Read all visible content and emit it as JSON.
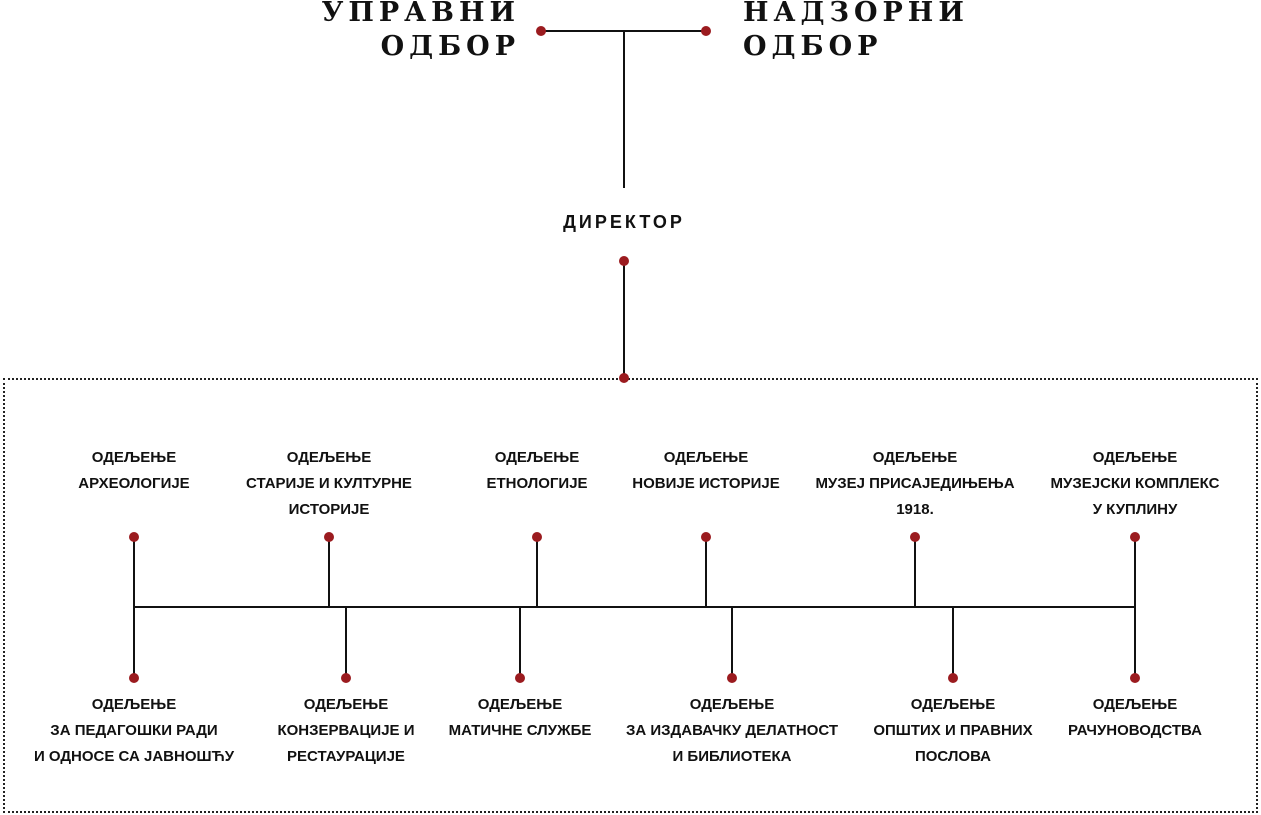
{
  "boards": {
    "management": [
      "УПРАВНИ",
      "ОДБОР"
    ],
    "supervisory": [
      "НАДЗОРНИ",
      "ОДБОР"
    ]
  },
  "director": "ДИРЕКТОР",
  "colors": {
    "node": "#9b1b1f",
    "line": "#111111"
  },
  "departments_top": [
    {
      "lines": [
        "ОДЕЉЕЊЕ",
        "АРХЕОЛОГИЈЕ"
      ]
    },
    {
      "lines": [
        "ОДЕЉЕЊЕ",
        "СТАРИЈЕ И КУЛТУРНЕ",
        "ИСТОРИЈЕ"
      ]
    },
    {
      "lines": [
        "ОДЕЉЕЊЕ",
        "ЕТНОЛОГИЈЕ"
      ]
    },
    {
      "lines": [
        "ОДЕЉЕЊЕ",
        "НОВИЈЕ ИСТОРИЈЕ"
      ]
    },
    {
      "lines": [
        "ОДЕЉЕЊЕ",
        "МУЗЕЈ ПРИСАЈЕДИЊЕЊА",
        "1918."
      ]
    },
    {
      "lines": [
        "ОДЕЉЕЊЕ",
        "МУЗЕЈСКИ КОМПЛЕКС",
        "У КУПЛИНУ"
      ]
    }
  ],
  "departments_bottom": [
    {
      "lines": [
        "ОДЕЉЕЊЕ",
        "ЗА ПЕДАГОШКИ РАДИ",
        "И ОДНОСЕ СА ЈАВНОШЋУ"
      ]
    },
    {
      "lines": [
        "ОДЕЉЕЊЕ",
        "КОНЗЕРВАЦИЈЕ И",
        "РЕСТАУРАЦИЈЕ"
      ]
    },
    {
      "lines": [
        "ОДЕЉЕЊЕ",
        "МАТИЧНЕ СЛУЖБЕ"
      ]
    },
    {
      "lines": [
        "ОДЕЉЕЊЕ",
        "ЗА ИЗДАВАЧКУ ДЕЛАТНОСТ",
        "И БИБЛИОТЕКА"
      ]
    },
    {
      "lines": [
        "ОДЕЉЕЊЕ",
        "ОПШТИХ И ПРАВНИХ",
        "ПОСЛОВА"
      ]
    },
    {
      "lines": [
        "ОДЕЉЕЊЕ",
        "РАЧУНОВОДСТВА"
      ]
    }
  ]
}
